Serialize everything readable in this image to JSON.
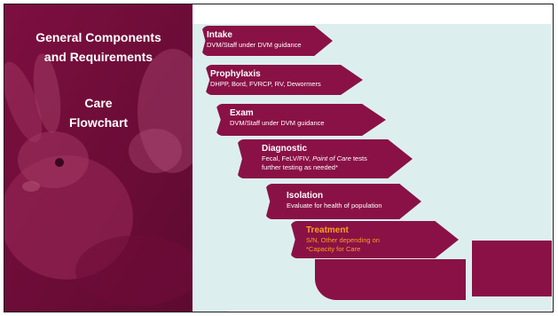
{
  "left_panel": {
    "title_line1": "General Components",
    "title_line2": "and Requirements",
    "sub_line1": "Care",
    "sub_line2": "Flowchart"
  },
  "steps": [
    {
      "title": "Intake",
      "desc": "DVM/Staff under DVM guidance"
    },
    {
      "title": "Prophylaxis",
      "desc": "DHPP, Bord, FVRCP, RV, Dewormers"
    },
    {
      "title": "Exam",
      "desc": "DVM/Staff under DVM guidance"
    },
    {
      "title": "Diagnostic",
      "desc_pre": "Fecal, FeLV/FIV, ",
      "desc_italic": "Point of Care",
      "desc_post": " tests",
      "desc2": "further testing as needed*"
    },
    {
      "title": "Isolation",
      "desc": "Evaluate for health of population"
    },
    {
      "title": "Treatment",
      "desc": "S/N, Other depending on",
      "desc2": "*Capacity for Care"
    }
  ],
  "colors": {
    "brand": "#8a1146",
    "background_box": "#dcefee",
    "highlight": "#f5a11a"
  }
}
